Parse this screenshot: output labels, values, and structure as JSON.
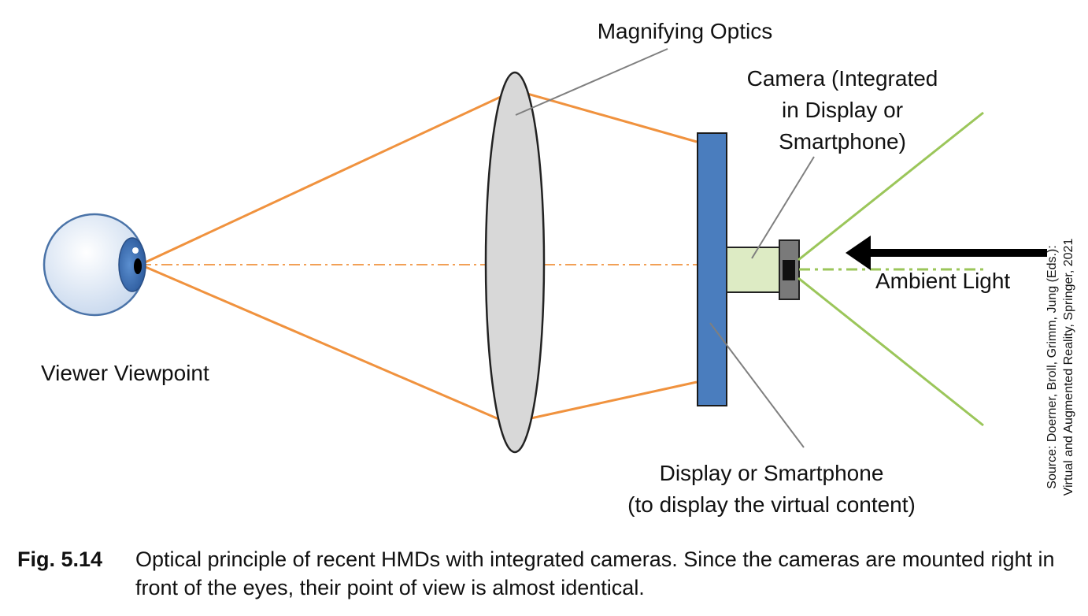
{
  "labels": {
    "magnifying_optics": "Magnifying Optics",
    "camera": [
      "Camera (Integrated",
      "in Display or",
      "Smartphone)"
    ],
    "ambient_light": "Ambient Light",
    "viewer_viewpoint": "Viewer Viewpoint",
    "display": [
      "Display or Smartphone",
      "(to display the virtual content)"
    ]
  },
  "source_note": [
    "Source: Doerner, Broll, Grimm, Jung (Eds.):",
    "Virtual and Augmented Reality, Springer, 2021"
  ],
  "caption": {
    "figure_label": "Fig. 5.14",
    "text": "Optical principle of recent HMDs with integrated cameras. Since the cameras are mounted right in front of the eyes, their point of view is almost identical."
  },
  "colors": {
    "ray_orange": "#F0923E",
    "camera_view_green": "#9BC65A",
    "display_blue": "#4A7DBE",
    "lens_gray": "#D8D8D8",
    "camera_body": "#DDEBC4",
    "eye_iris": "#3B6FB6"
  }
}
